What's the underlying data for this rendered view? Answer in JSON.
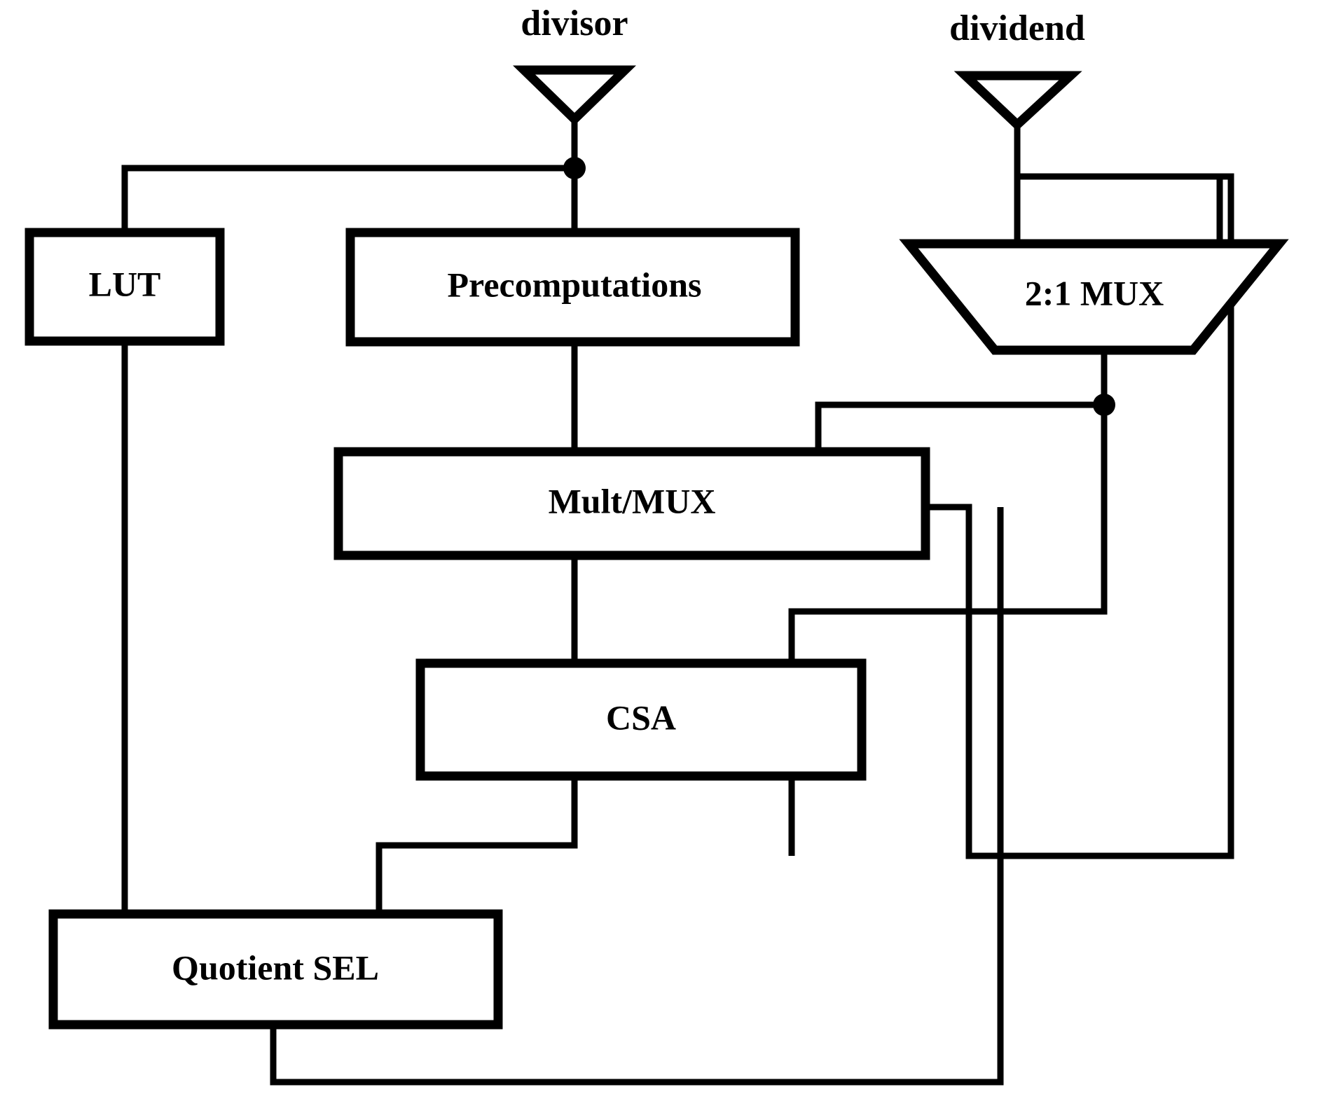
{
  "diagram": {
    "title": "Radix-16 divider datapath block diagram",
    "background_color": "#ffffff",
    "line_color": "#000000",
    "ports": [
      {
        "id": "divisor",
        "label": "divisor",
        "icon": "input-port-triangle-icon"
      },
      {
        "id": "dividend",
        "label": "dividend",
        "icon": "input-port-triangle-icon"
      }
    ],
    "blocks": [
      {
        "id": "lut",
        "label": "LUT",
        "shape": "rectangle"
      },
      {
        "id": "precomp",
        "label": "Precomputations",
        "shape": "rectangle"
      },
      {
        "id": "mux21",
        "label": "2:1 MUX",
        "shape": "trapezoid"
      },
      {
        "id": "mult_mux",
        "label": "Mult/MUX",
        "shape": "rectangle"
      },
      {
        "id": "csa",
        "label": "CSA",
        "shape": "rectangle"
      },
      {
        "id": "quotient_sel",
        "label": "Quotient SEL",
        "shape": "rectangle"
      }
    ],
    "junctions": [
      {
        "id": "divisor-fanout",
        "label": "divisor fan-out node"
      },
      {
        "id": "mux-out-fanout",
        "label": "2:1 MUX output fan-out node"
      }
    ],
    "connections": [
      {
        "from": "divisor",
        "to": "divisor-fanout"
      },
      {
        "from": "divisor-fanout",
        "to": "lut"
      },
      {
        "from": "divisor-fanout",
        "to": "precomp"
      },
      {
        "from": "dividend",
        "to": "mux21"
      },
      {
        "from": "precomp",
        "to": "mult_mux"
      },
      {
        "from": "mux21",
        "to": "mux-out-fanout"
      },
      {
        "from": "mux-out-fanout",
        "to": "mult_mux"
      },
      {
        "from": "mux-out-fanout",
        "to": "csa"
      },
      {
        "from": "mult_mux",
        "to": "csa"
      },
      {
        "from": "mult_mux",
        "to": "mux21"
      },
      {
        "from": "csa",
        "to": "quotient_sel"
      },
      {
        "from": "csa",
        "to": "mux21"
      },
      {
        "from": "lut",
        "to": "quotient_sel"
      },
      {
        "from": "quotient_sel",
        "to": "mult_mux"
      }
    ]
  }
}
